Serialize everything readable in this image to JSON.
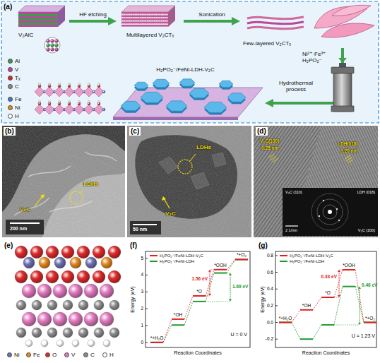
{
  "diagram": {
    "nodes": [
      {
        "text": [
          "V₂AlC"
        ]
      },
      {
        "text": [
          "Multilayered V₂CTₓ"
        ]
      },
      {
        "text": [
          "Few-layered V₂CTₓ"
        ]
      },
      {
        "text": [
          "H₂PO₂⁻/FeNi-LDH-V₂C"
        ]
      }
    ],
    "edges": [
      {
        "from": 0,
        "to": 1,
        "label": "HF etching",
        "arrow": "to"
      },
      {
        "from": 1,
        "to": 2,
        "label": "Sonication",
        "arrow": "to"
      },
      {
        "from": 2,
        "to": 3,
        "arrow": "to"
      }
    ],
    "labels": [
      "(a)",
      "Ni²⁺·Fe³⁺ H₂PO₂⁻",
      "Hydrothermal process",
      "(b)",
      "V₂C",
      "LDHs",
      "200 nm",
      "(c)",
      "LDHs",
      "V₂C",
      "50 nm",
      "(d)",
      "V₂C(100)",
      "0.25 nm",
      "LDH(018)",
      "0.20 nm",
      "V₂C (110)",
      "LDH (018)",
      "2 1/nm",
      "V₂C (100)",
      "(e)",
      "(f)",
      "Energy (eV)",
      "0",
      "1",
      "2",
      "3",
      "4",
      "5",
      "*+H₂O",
      "*OH",
      "*O",
      "*OOH",
      "*+O₂",
      "1.56 eV",
      "1.69 eV",
      "U = 0 V",
      "Reaction Coordinates",
      "(g)",
      "Energy (eV)",
      "-0.2",
      "0.0",
      "0.2",
      "0.4",
      "0.6",
      "0.8",
      "*+H₂O",
      "*OH",
      "*O",
      "*OOH",
      "*+O₂",
      "0.33 eV",
      "0.46 eV",
      "U = 1.23 V",
      "Reaction Coordinates"
    ],
    "legend": [
      {
        "text": "Al",
        "color": "#3a9e4a"
      },
      {
        "text": "V",
        "color": "#b8489f"
      },
      {
        "text": "Tₓ",
        "color": "#d42a2a"
      },
      {
        "text": "C",
        "color": "#8a8a8a"
      },
      {
        "text": "Fe",
        "color": "#4a78c8"
      },
      {
        "text": "Ni",
        "color": "#e8891e"
      },
      {
        "text": "H",
        "color": "#ffffff"
      },
      {
        "text": "Ni",
        "color": "#6d73b5"
      },
      {
        "text": "Fe",
        "color": "#e8891e"
      },
      {
        "text": "O",
        "color": "#e02b2b"
      },
      {
        "text": "V",
        "color": "#e27ac0"
      },
      {
        "text": "C",
        "color": "#8e8e8e"
      },
      {
        "text": "H",
        "color": "#ffffff"
      },
      {
        "text": "H₂PO₂⁻/FeNi-LDH-V₂C"
      },
      {
        "text": "H₂PO₂⁻/FeNi-LDH"
      },
      {
        "text": "H₂PO₂⁻/FeNi-LDH-V₂C"
      },
      {
        "text": "H₂PO₂⁻/FeNi-LDH"
      }
    ]
  }
}
